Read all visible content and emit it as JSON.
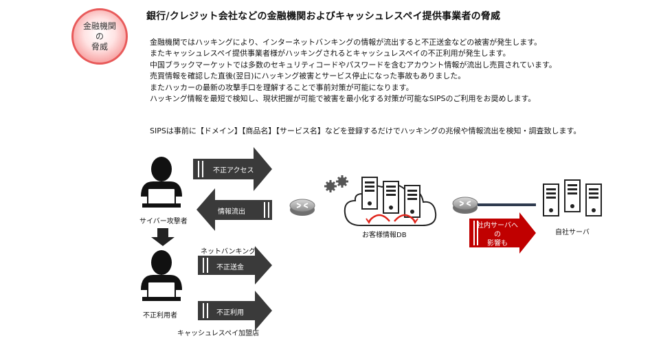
{
  "badge": {
    "text": "金融機関\nの\n脅威"
  },
  "title": "銀行/クレジット会社などの金融機関およびキャッシュレスペイ提供事業者の脅威",
  "paragraph": [
    "金融機関ではハッキングにより、インターネットバンキングの情報が流出すると不正送金などの被害が発生します。",
    "またキャッシュレスペイ提供事業者様がハッキングされるとキャッシュレスペイの不正利用が発生します。",
    "中国ブラックマーケットでは多数のセキュリティコードやパスワードを含むアカウント情報が流出し売買されています。",
    "売買情報を確認した直後(翌日)にハッキング被害とサービス停止になった事故もありました。",
    "またハッカーの最新の攻撃手口を理解することで事前対策が可能になります。",
    "ハッキング情報を最短で検知し、現状把握が可能で被害を最小化する対策が可能なSIPSのご利用をお奨めします。"
  ],
  "note": "SIPSは事前に【ドメイン】【商品名】【サービス名】などを登録するだけでハッキングの兆候や情報流出を検知・調査致します。",
  "diagram": {
    "attacker_label": "サイバー攻撃者",
    "misuser_label": "不正利用者",
    "arrow_access": "不正アクセス",
    "arrow_leak": "情報流出",
    "label_netbanking": "ネットバンキング",
    "arrow_remit": "不正送金",
    "arrow_misuse": "不正利用",
    "label_store": "キャッシュレスペイ加盟店",
    "db_label": "お客様情報DB",
    "impact_label": "社内サーバへの\n影響も",
    "server_label": "自社サーバ"
  },
  "colors": {
    "arrow_dark": "#3a3a3a",
    "impact_red": "#c00000",
    "badge_border": "#e85a5a",
    "link_line": "#2f3b4f"
  }
}
